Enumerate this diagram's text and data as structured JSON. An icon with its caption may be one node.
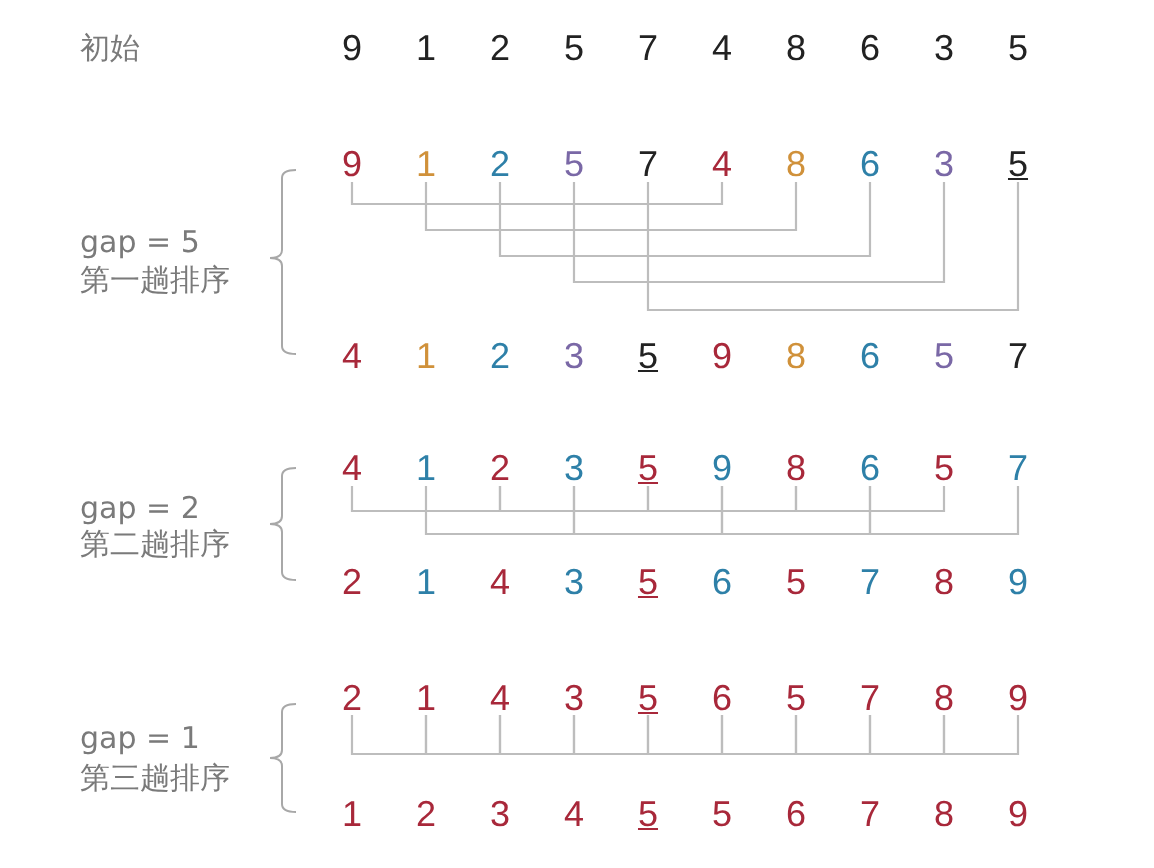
{
  "diagram": {
    "nodes": [
      {
        "text": [
          "9"
        ]
      },
      {
        "text": [
          "1"
        ]
      },
      {
        "text": [
          "2"
        ]
      },
      {
        "text": [
          "5"
        ]
      },
      {
        "text": [
          "7"
        ]
      },
      {
        "text": [
          "4"
        ]
      },
      {
        "text": [
          "8"
        ]
      },
      {
        "text": [
          "6"
        ]
      },
      {
        "text": [
          "3"
        ]
      },
      {
        "text": [
          "5"
        ]
      },
      {
        "text": [
          "4"
        ]
      },
      {
        "text": [
          "1"
        ]
      },
      {
        "text": [
          "2"
        ]
      },
      {
        "text": [
          "3"
        ]
      },
      {
        "text": [
          "5"
        ]
      },
      {
        "text": [
          "9"
        ]
      },
      {
        "text": [
          "8"
        ]
      },
      {
        "text": [
          "6"
        ]
      },
      {
        "text": [
          "5"
        ]
      },
      {
        "text": [
          "7"
        ]
      },
      {
        "text": [
          "2"
        ]
      },
      {
        "text": [
          "1"
        ]
      },
      {
        "text": [
          "4"
        ]
      },
      {
        "text": [
          "3"
        ]
      },
      {
        "text": [
          "5"
        ]
      },
      {
        "text": [
          "6"
        ]
      },
      {
        "text": [
          "5"
        ]
      },
      {
        "text": [
          "7"
        ]
      },
      {
        "text": [
          "8"
        ]
      },
      {
        "text": [
          "9"
        ]
      }
    ],
    "edges": [
      {
        "from": 0,
        "to": 5,
        "arrow": "none"
      },
      {
        "from": 1,
        "to": 6,
        "arrow": "none"
      },
      {
        "from": 2,
        "to": 7,
        "arrow": "none"
      },
      {
        "from": 3,
        "to": 8,
        "arrow": "none"
      },
      {
        "from": 4,
        "to": 9,
        "arrow": "none"
      },
      {
        "from": 10,
        "to": 12,
        "arrow": "none"
      },
      {
        "from": 12,
        "to": 14,
        "arrow": "none"
      },
      {
        "from": 14,
        "to": 16,
        "arrow": "none"
      },
      {
        "from": 16,
        "to": 18,
        "arrow": "none"
      },
      {
        "from": 11,
        "to": 13,
        "arrow": "none"
      },
      {
        "from": 13,
        "to": 15,
        "arrow": "none"
      },
      {
        "from": 15,
        "to": 17,
        "arrow": "none"
      },
      {
        "from": 17,
        "to": 19,
        "arrow": "none"
      },
      {
        "from": 20,
        "to": 21,
        "arrow": "none"
      },
      {
        "from": 21,
        "to": 22,
        "arrow": "none"
      },
      {
        "from": 22,
        "to": 23,
        "arrow": "none"
      },
      {
        "from": 23,
        "to": 24,
        "arrow": "none"
      },
      {
        "from": 24,
        "to": 25,
        "arrow": "none"
      },
      {
        "from": 25,
        "to": 26,
        "arrow": "none"
      },
      {
        "from": 26,
        "to": 27,
        "arrow": "none"
      },
      {
        "from": 27,
        "to": 28,
        "arrow": "none"
      },
      {
        "from": 28,
        "to": 29,
        "arrow": "none"
      }
    ],
    "labels": [
      "初始",
      "9",
      "1",
      "2",
      "5",
      "7",
      "4",
      "8",
      "6",
      "3",
      "5",
      "gap = 5",
      "第一趟排序",
      "4",
      "1",
      "2",
      "3",
      "5",
      "9",
      "8",
      "6",
      "5",
      "7",
      "gap = 2",
      "第二趟排序",
      "2",
      "1",
      "4",
      "3",
      "5",
      "6",
      "5",
      "7",
      "8",
      "9",
      "gap = 1",
      "第三趟排序",
      "1",
      "2",
      "3",
      "4",
      "5",
      "5",
      "6",
      "7",
      "8",
      "9"
    ]
  }
}
